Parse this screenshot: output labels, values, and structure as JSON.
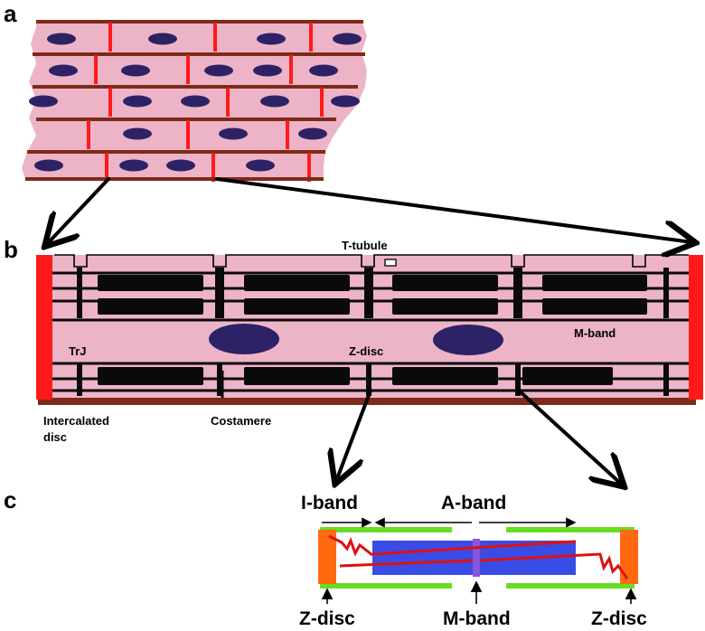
{
  "panels": {
    "a": "a",
    "b": "b",
    "c": "c"
  },
  "panel_b_labels": {
    "t_tubule": "T-tubule",
    "m_band": "M-band",
    "trj": "TrJ",
    "z_disc": "Z-disc",
    "intercalated_disc_line1": "Intercalated",
    "intercalated_disc_line2": "disc",
    "costamere": "Costamere"
  },
  "panel_c_labels": {
    "i_band": "I-band",
    "a_band": "A-band",
    "z_disc_left": "Z-disc",
    "m_band": "M-band",
    "z_disc_right": "Z-disc"
  },
  "colors": {
    "cytoplasm": "#EDB4C8",
    "sarcolemma": "#7E2A18",
    "intercalated": "#FF1A1A",
    "nucleus": "#2E2266",
    "filament": "#0A0A0A",
    "thin_filament": "#66DD22",
    "thick_filament": "#3A4CE6",
    "z_disc": "#FF6A10",
    "m_band": "#8855DD",
    "titin": "#E01010"
  }
}
